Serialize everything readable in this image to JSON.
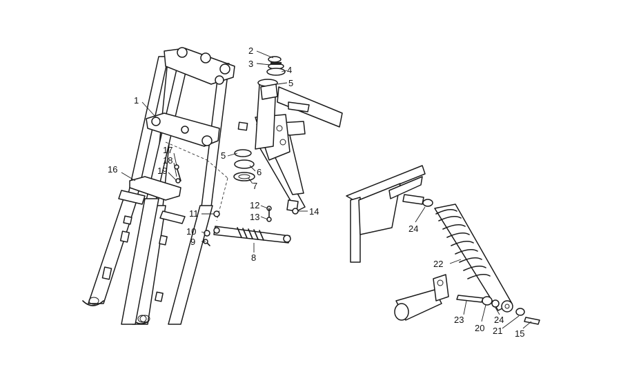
{
  "diagram": {
    "labels": {
      "1": "1",
      "2": "2",
      "3": "3",
      "4": "4",
      "5a": "5",
      "5b": "5",
      "6": "6",
      "7": "7",
      "8": "8",
      "9": "9",
      "10": "10",
      "11": "11",
      "12": "12",
      "13": "13",
      "14": "14",
      "15": "15",
      "16": "16",
      "17": "17",
      "18": "18",
      "19": "19",
      "20": "20",
      "21": "21",
      "22": "22",
      "23": "23",
      "24a": "24",
      "24b": "24"
    }
  }
}
